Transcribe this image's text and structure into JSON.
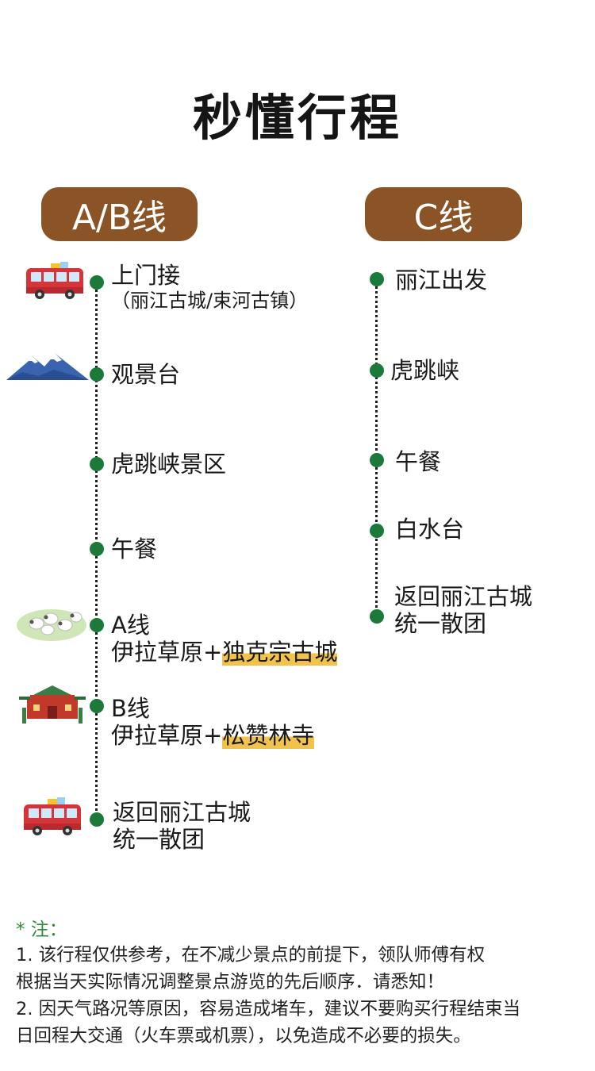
{
  "title": "秒懂行程",
  "routes": {
    "ab": {
      "label": "A/B线",
      "stops": [
        {
          "main": "上门接",
          "sub": "（丽江古城/束河古镇）"
        },
        {
          "main": "观景台"
        },
        {
          "main": "虎跳峡景区"
        },
        {
          "main": "午餐"
        },
        {
          "main": "A线",
          "line2_plain": "伊拉草原+",
          "line2_highlight": "独克宗古城"
        },
        {
          "main": "B线",
          "line2_plain": "伊拉草原+",
          "line2_highlight": "松赞林寺"
        },
        {
          "main": "返回丽江古城",
          "line2": "统一散团"
        }
      ]
    },
    "c": {
      "label": "C线",
      "stops": [
        {
          "main": "丽江出发"
        },
        {
          "main": "虎跳峡"
        },
        {
          "main": "午餐"
        },
        {
          "main": "白水台"
        },
        {
          "main": "返回丽江古城",
          "line2": "统一散团"
        }
      ]
    }
  },
  "notes": {
    "label": "* 注：",
    "lines": [
      "1. 该行程仅供参考，在不减少景点的前提下，领队师傅有权",
      "根据当天实际情况调整景点游览的先后顺序．请悉知！",
      "2. 因天气路况等原因，容易造成堵车，建议不要购买行程结束当",
      "日回程大交通（火车票或机票），以免造成不必要的损失。"
    ]
  },
  "colors": {
    "pill": "#8a5427",
    "dot": "#1b7a3a",
    "highlight": "#f1c24c",
    "note_label": "#2f8a3d"
  },
  "icons": [
    "bus-icon",
    "mountain-icon",
    "sheep-icon",
    "temple-icon",
    "bus-icon"
  ]
}
